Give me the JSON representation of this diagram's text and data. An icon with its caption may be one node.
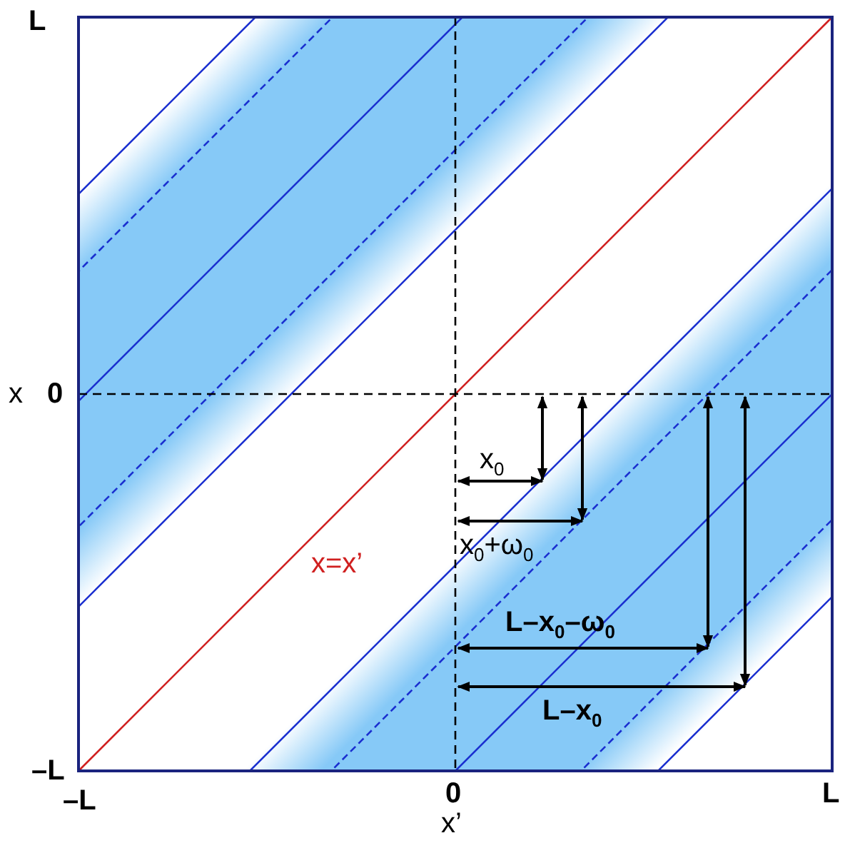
{
  "diagram": {
    "labels": [
      "L",
      "x",
      "0",
      "x=x’",
      "x$_{0}$",
      "x$_{0}$+ω$_{0}$",
      "L–x$_{0}$–ω$_{0}$",
      "L–x$_{0}$",
      "–L",
      "–L",
      "0",
      "L",
      "x’"
    ]
  }
}
